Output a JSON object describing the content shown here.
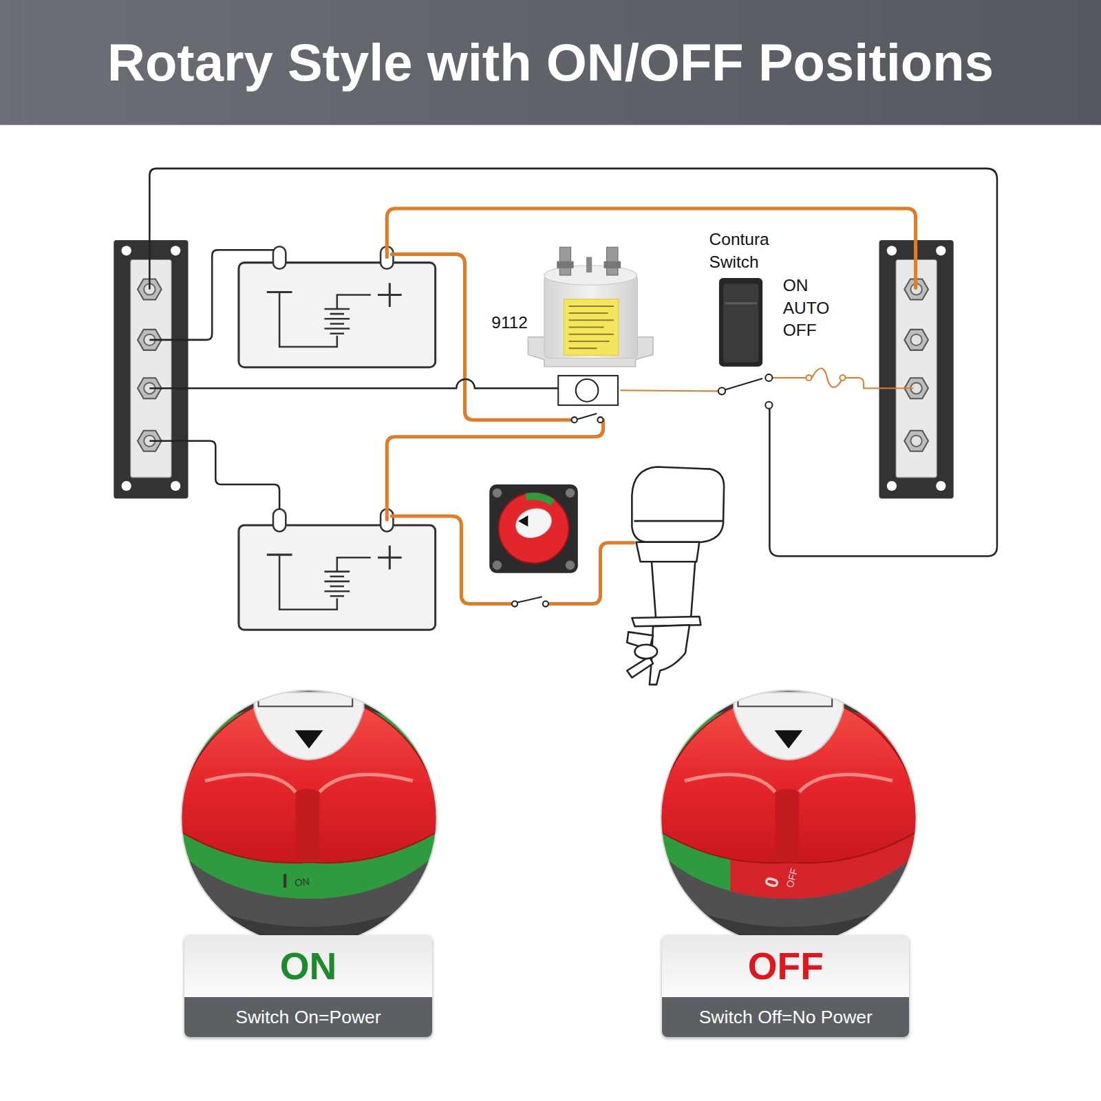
{
  "diagram": {
    "title": "Rotary Style with ON/OFF Positions",
    "nodes": [
      {
        "text": [
          "ON",
          "Switch On=Power"
        ]
      },
      {
        "text": [
          "OFF",
          "Switch Off=No Power"
        ]
      }
    ],
    "labels": [
      "9112",
      "Contura Switch",
      "ON",
      "AUTO",
      "OFF",
      "I",
      "ON",
      "0",
      "OFF"
    ]
  }
}
